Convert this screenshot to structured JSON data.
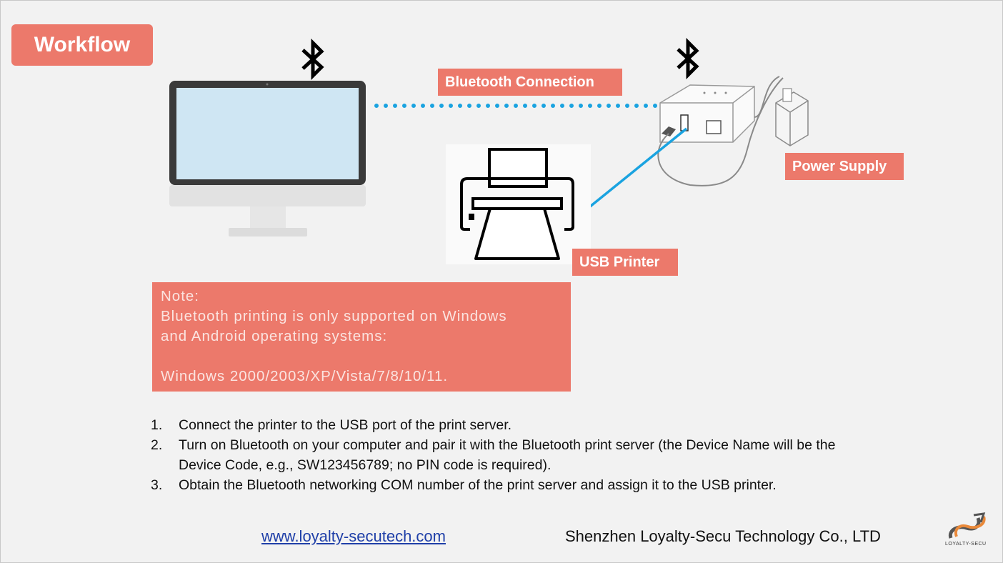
{
  "title": "Workflow",
  "labels": {
    "bluetooth_connection": "Bluetooth Connection",
    "power_supply": "Power Supply",
    "usb_printer": "USB Printer"
  },
  "note": {
    "heading": "Note:",
    "line1": "Bluetooth printing is only supported on Windows",
    "line2": "and Android operating systems:",
    "line3": "Windows 2000/2003/XP/Vista/7/8/10/11."
  },
  "steps": [
    {
      "num": "1.",
      "text": "Connect the printer to the USB port of the print server."
    },
    {
      "num": "2.",
      "text": "Turn on Bluetooth on your computer and pair it with the Bluetooth print server (the Device Name will be the Device Code, e.g., SW123456789; no PIN code is required)."
    },
    {
      "num": "3.",
      "text": "Obtain the Bluetooth networking COM number of the print server and assign it to the USB printer."
    }
  ],
  "footer": {
    "website": "www.loyalty-secutech.com",
    "company": "Shenzhen Loyalty-Secu Technology Co., LTD",
    "logo_text": "LOYALTY-SECU"
  },
  "colors": {
    "accent": "#ec796b",
    "connection_line": "#1aa3e0",
    "background": "#f2f2f2"
  },
  "icons": [
    "bluetooth-icon",
    "monitor-icon",
    "printer-icon",
    "print-server-icon",
    "power-adapter-icon",
    "logo-icon"
  ]
}
